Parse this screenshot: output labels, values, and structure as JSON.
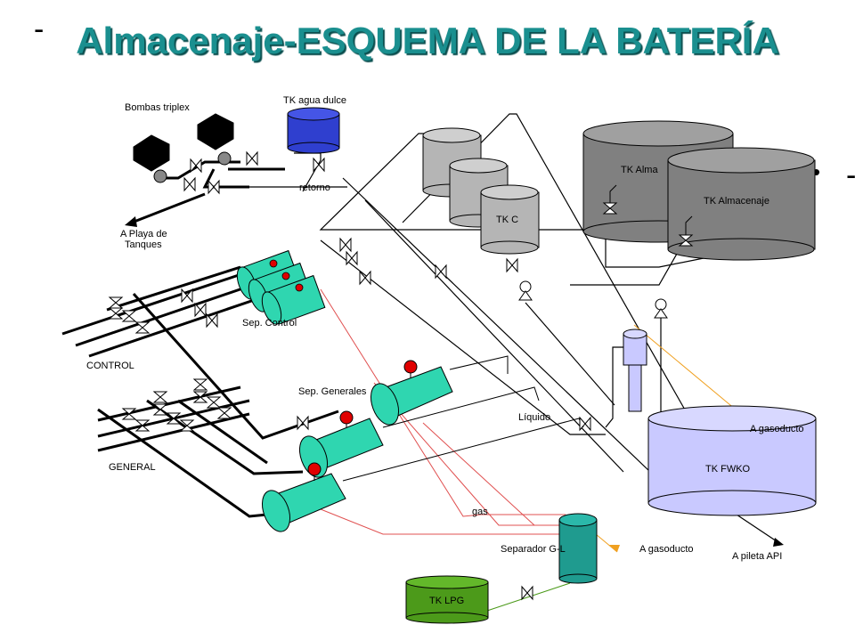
{
  "title": "Almacenaje-ESQUEMA DE LA BATERÍA",
  "top_left_mark": "-",
  "right_bullet": "•",
  "right_dash": "-",
  "labels": {
    "bombas": "Bombas triplex",
    "tk_agua": "TK agua dulce",
    "retorno": "retorno",
    "playa_1": "A Playa de",
    "playa_2": "Tanques",
    "tk_c": "TK C",
    "tk_alma": "TK Alma",
    "tk_almacenaje": "TK Almacenaje",
    "sep_control": "Sep. Control",
    "control": "CONTROL",
    "sep_generales": "Sep. Generales",
    "liquido": "Líquido",
    "general": "GENERAL",
    "gas": "gas",
    "separador_gl": "Separador G-L",
    "a_gasoducto_low": "A gasoducto",
    "a_gasoducto_high": "A gasoducto",
    "tk_fwko": "TK FWKO",
    "a_pileta": "A pileta API",
    "tk_lpg": "TK LPG"
  },
  "colors": {
    "title": "#1a8f8f",
    "separator_green": "#2fd6b0",
    "valve_red": "#e00000",
    "tank_gray": "#b5b5b5",
    "tank_dark_gray": "#808080",
    "tank_blue": "#2f3fcf",
    "fwko_lavender": "#c9c9ff",
    "gl_teal": "#1f9b8f",
    "lpg_green": "#4c9a1a",
    "gas_line_red": "#e05050",
    "gasoducto_orange": "#f0a020"
  }
}
